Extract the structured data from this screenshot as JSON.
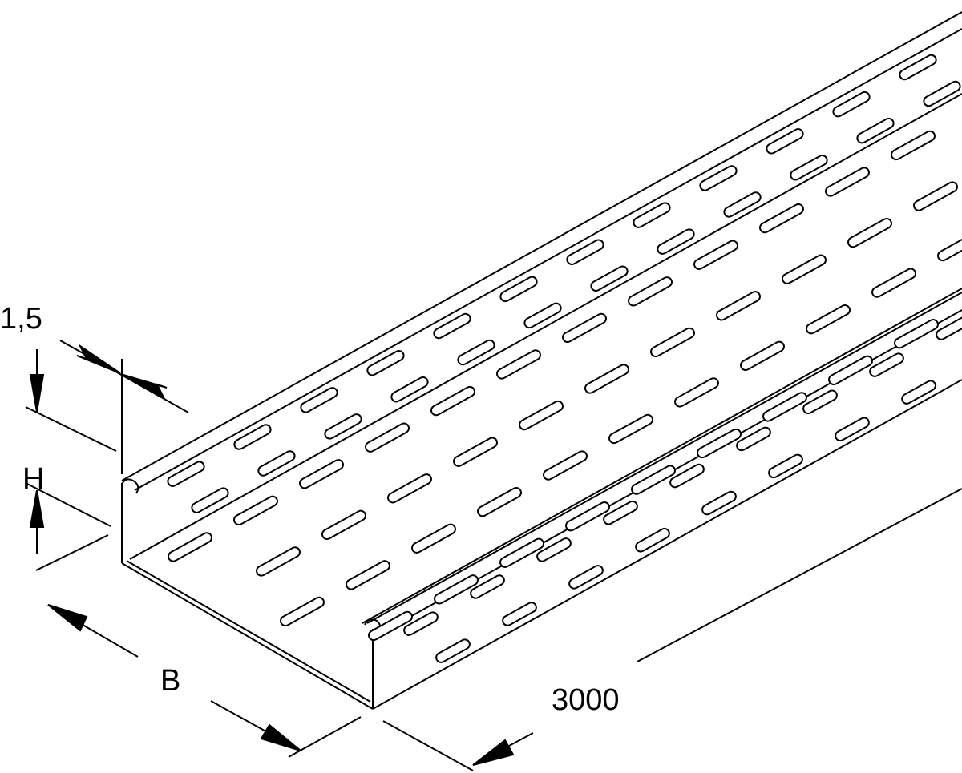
{
  "dimensions": {
    "thickness": "1,5",
    "height": "H",
    "width": "B",
    "length": "3000"
  },
  "colors": {
    "line": "#000000",
    "background": "#ffffff"
  }
}
